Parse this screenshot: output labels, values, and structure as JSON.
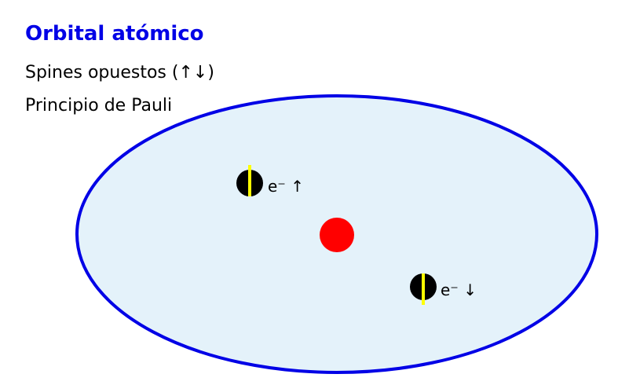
{
  "title": "Orbital atómico",
  "lines": [
    "Spines opuestos (↑↓)",
    "Principio de Pauli"
  ],
  "electrons": [
    {
      "label": "e⁻ ↑",
      "spin": "up"
    },
    {
      "label": "e⁻ ↓",
      "spin": "down"
    }
  ],
  "colors": {
    "title": "#0000e6",
    "orbital_fill": "#e4f2fa",
    "orbital_stroke": "#0000e6",
    "nucleus": "#ff0000",
    "electron": "#000000",
    "spin_bar": "#ffff00"
  }
}
